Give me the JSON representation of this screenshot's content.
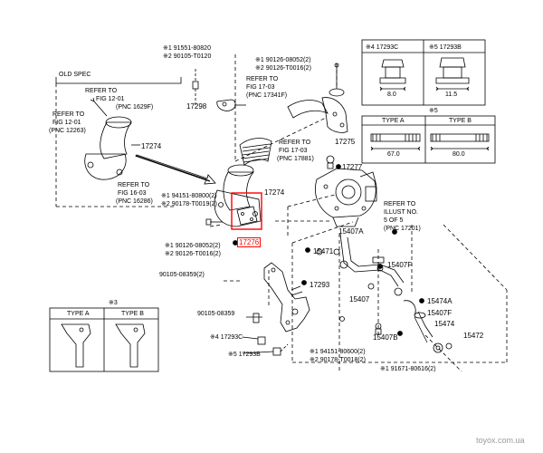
{
  "old_spec": {
    "label": "OLD SPEC",
    "ref1": [
      "REFER TO",
      "FIG 12-01",
      "(PNC 1629F)"
    ],
    "ref2": [
      "REFER TO",
      "FIG 12-01",
      "(PNC 12263)"
    ],
    "ref3": [
      "REFER TO",
      "FIG 16-03",
      "(PNC 16286)"
    ],
    "part_17274": "17274"
  },
  "top_left": {
    "n1": "※1 91551-80820",
    "n2": "※2 90105-T0120"
  },
  "top_mid": {
    "n1": "※1 90126-08052(2)",
    "n2": "※2 90126-T0016(2)",
    "ref": [
      "REFER TO",
      "FIG 17-03",
      "(PNC 17341F)"
    ],
    "part_17298": "17298",
    "part_17275": "17275"
  },
  "box_17293": {
    "col1_head": "※4 17293C",
    "col2_head": "※5 17293B",
    "dim1": "8.0",
    "dim2": "11.5"
  },
  "box_types": {
    "note": "※5",
    "type_a": "TYPE A",
    "type_b": "TYPE B",
    "len_a": "67.0",
    "len_b": "80.0"
  },
  "mid": {
    "ref": [
      "REFER TO",
      "FIG 17-03",
      "(PNC 17881)"
    ],
    "part_17274": "17274",
    "part_17277": "17277",
    "n1": "※1 94151-80800(2)",
    "n2": "※2 90178-T0019(2)",
    "part_17276": "17276",
    "n3": "※1 90126-08052(2)",
    "n4": "※2 90126-T0016(2)",
    "n5": "90105-08359(2)"
  },
  "right": {
    "ref": [
      "REFER TO",
      "ILLUST NO.",
      "5 OF 5",
      "(PNC 17201)"
    ],
    "p15407A": "15407A",
    "p15471": "15471",
    "p15407F_a": "15407F",
    "p15407": "15407",
    "p15474A": "15474A",
    "p15407F_b": "15407F",
    "p15474": "15474",
    "p15472": "15472",
    "p15407B": "15407B",
    "n1": "※1 94151-80600(2)",
    "n2": "※2 90178-T0018(2)",
    "n3": "※1 91671-80616(2)"
  },
  "lower": {
    "p17293": "17293",
    "n1": "90105-08359",
    "n2": "※4 17293C",
    "n3": "※5 17293B"
  },
  "box3": {
    "note": "※3",
    "type_a": "TYPE A",
    "type_b": "TYPE B"
  },
  "watermark": "toyox.com.ua",
  "colors": {
    "highlight": "#ff0000",
    "ink": "#000000",
    "watermark": "#9a9a9a"
  }
}
